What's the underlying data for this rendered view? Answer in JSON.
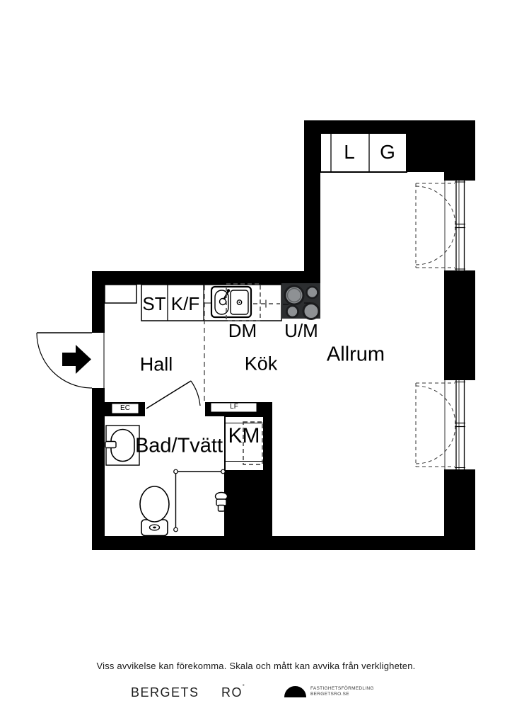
{
  "plan": {
    "labels": {
      "hall": "Hall",
      "kok": "Kök",
      "allrum": "Allrum",
      "bad_tvatt": "Bad/Tvätt",
      "km": "KM",
      "dm": "DM",
      "um": "U/M",
      "st": "ST",
      "kf": "K/F",
      "l": "L",
      "g": "G",
      "ec": "EC",
      "lf": "LF"
    },
    "colors": {
      "wall": "#000000",
      "line": "#000000",
      "stove_body": "#2c2e30",
      "burner": "#8e9194"
    }
  },
  "footer": {
    "disclaimer": "Viss avvikelse kan förekomma. Skala och mått kan avvika från verkligheten.",
    "brand_word1": "BERGETS",
    "brand_word2": "RO",
    "brand_mark": "˚",
    "agency_line1": "FASTIGHETSFÖRMEDLING",
    "agency_line2": "BERGETSRO.SE"
  }
}
